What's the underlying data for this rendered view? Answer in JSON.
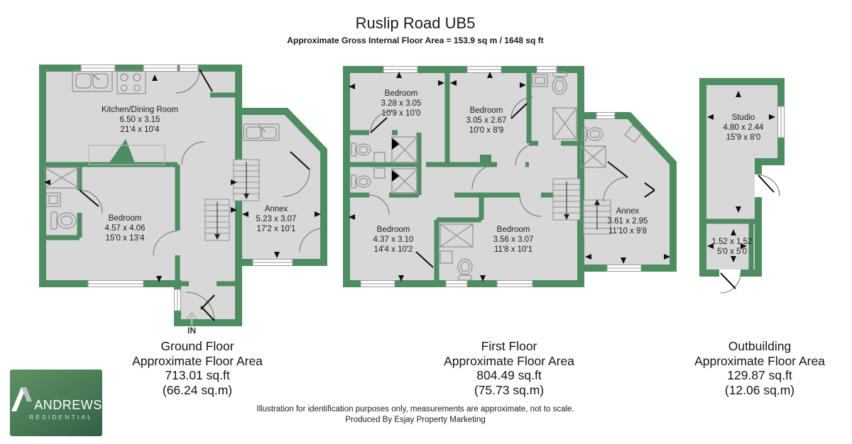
{
  "header": {
    "title": "Ruslip Road UB5",
    "subtitle": "Approximate Gross Internal Floor Area = 153.9 sq m / 1648 sq ft"
  },
  "ground_floor": {
    "rooms": [
      {
        "name": "Kitchen/Dining Room",
        "metric": "6.50 x 3.15",
        "imperial": "21'4 x 10'4"
      },
      {
        "name": "Bedroom",
        "metric": "4.57 x 4.06",
        "imperial": "15'0 x 13'4"
      },
      {
        "name": "Annex",
        "metric": "5.23 x 3.07",
        "imperial": "17'2 x 10'1"
      }
    ],
    "entry_label": "IN",
    "summary": {
      "floor_name": "Ground Floor",
      "area_label": "Approximate Floor Area",
      "area_sqft": "713.01 sq.ft",
      "area_sqm": "(66.24 sq.m)"
    }
  },
  "first_floor": {
    "rooms": [
      {
        "name": "Bedroom",
        "metric": "3.28 x 3.05",
        "imperial": "10'9 x 10'0"
      },
      {
        "name": "Bedroom",
        "metric": "3.05 x 2.67",
        "imperial": "10'0 x 8'9"
      },
      {
        "name": "Bedroom",
        "metric": "4.37 x 3.10",
        "imperial": "14'4 x 10'2"
      },
      {
        "name": "Bedroom",
        "metric": "3.56 x 3.07",
        "imperial": "11'8 x 10'1"
      },
      {
        "name": "Annex",
        "metric": "3.61 x 2.95",
        "imperial": "11'10 x 9'8"
      }
    ],
    "summary": {
      "floor_name": "First Floor",
      "area_label": "Approximate Floor Area",
      "area_sqft": "804.49 sq.ft",
      "area_sqm": "(75.73 sq.m)"
    }
  },
  "outbuilding": {
    "rooms": [
      {
        "name": "Studio",
        "metric": "4.80 x 2.44",
        "imperial": "15'9 x 8'0"
      },
      {
        "name": "",
        "metric": "1.52 x 1.52",
        "imperial": "5'0 x 5'0"
      }
    ],
    "summary": {
      "floor_name": "Outbuilding",
      "area_label": "Approximate Floor Area",
      "area_sqft": "129.87 sq.ft",
      "area_sqm": "(12.06 sq.m)"
    }
  },
  "footer": {
    "disclaimer_line1": "Illustration for identification purposes only, measurements are approximate, not to scale.",
    "disclaimer_line2": "Produced By Esjay Property Marketing"
  },
  "logo": {
    "brand": "ANDREWS",
    "sub_brand": "RESIDENTIAL"
  },
  "colors": {
    "wall_green": "#4E8C62",
    "floor_gray": "#D8D8D8",
    "logo_green": "#477A56"
  }
}
